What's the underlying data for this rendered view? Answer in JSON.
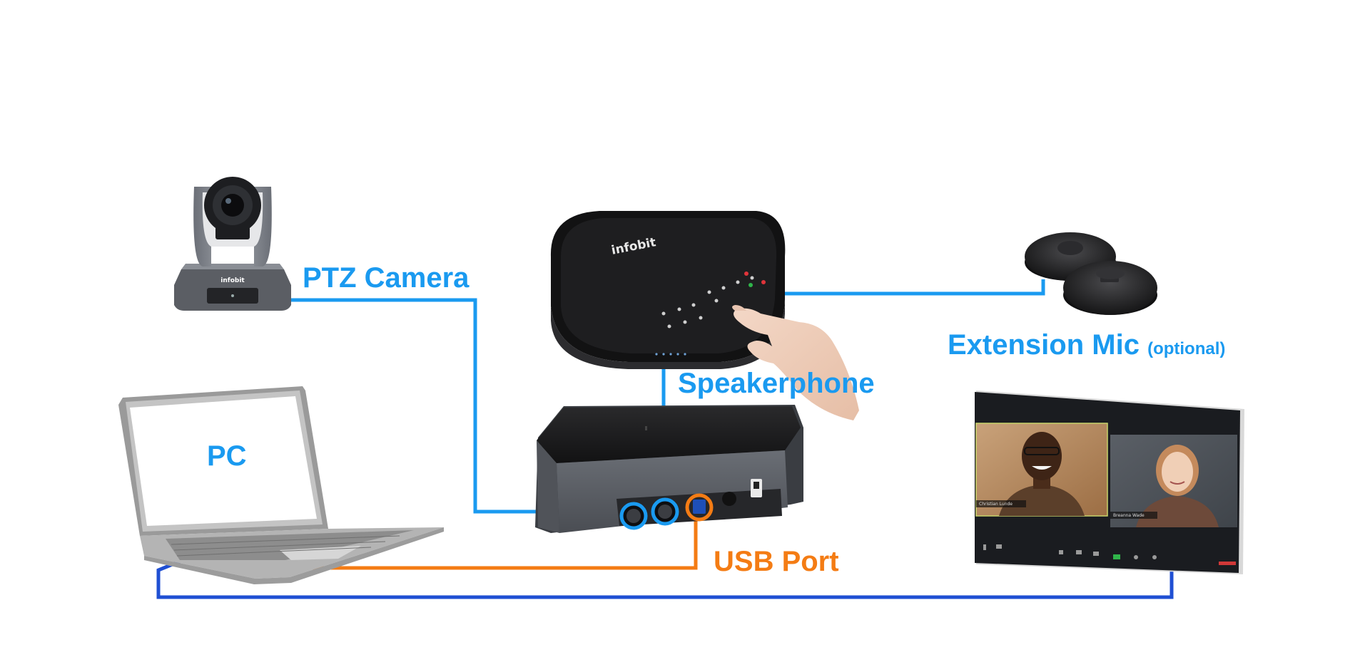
{
  "labels": {
    "ptz_camera": "PTZ Camera",
    "speakerphone": "Speakerphone",
    "extension_mic": "Extension Mic",
    "extension_mic_note": "(optional)",
    "pc": "PC",
    "usb_port": "USB Port"
  },
  "brand": {
    "logo_text": "infobit"
  },
  "meeting": {
    "participant_1": "Christian Lunde",
    "participant_2": "Breanna Wade"
  },
  "colors": {
    "cable_blue": "#1a9af0",
    "cable_orange": "#f47c14",
    "cable_dark_blue": "#1f4fd3",
    "device_black": "#1c1c1e",
    "device_gray": "#5d6168"
  },
  "icons": [
    "ptz-camera-icon",
    "speakerphone-icon",
    "hub-box-icon",
    "extension-mic-icon",
    "laptop-icon",
    "display-icon",
    "hand-icon"
  ]
}
